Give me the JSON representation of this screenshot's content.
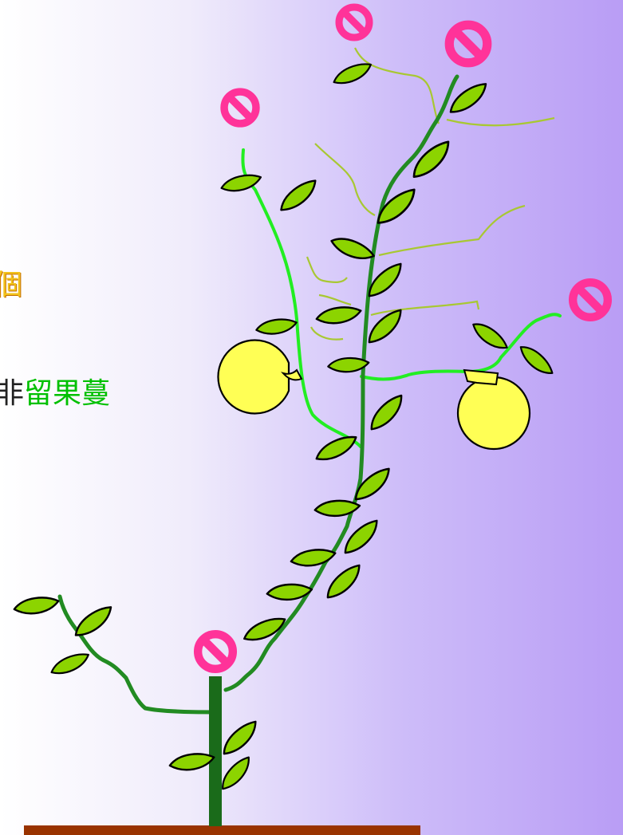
{
  "labels": {
    "partial_upper": "個",
    "partial_lower_prefix": "非",
    "partial_lower_highlight": "留果蔓"
  },
  "colors": {
    "background_left": "#ffffff",
    "background_right": "#b99df5",
    "main_stem": "#228b22",
    "fruit_vine": "#22ee22",
    "thin_tendril": "#a8c832",
    "leaf_fill": "#8cd400",
    "fruit_fill": "#ffff55",
    "ground": "#993300",
    "prohibit_sign": "#ff3399",
    "label_gold": "#f2c21b"
  },
  "icons": {
    "prohibit": "no-entry-circle-icon",
    "leaf": "leaf-icon",
    "fruit": "melon-fruit-icon"
  }
}
